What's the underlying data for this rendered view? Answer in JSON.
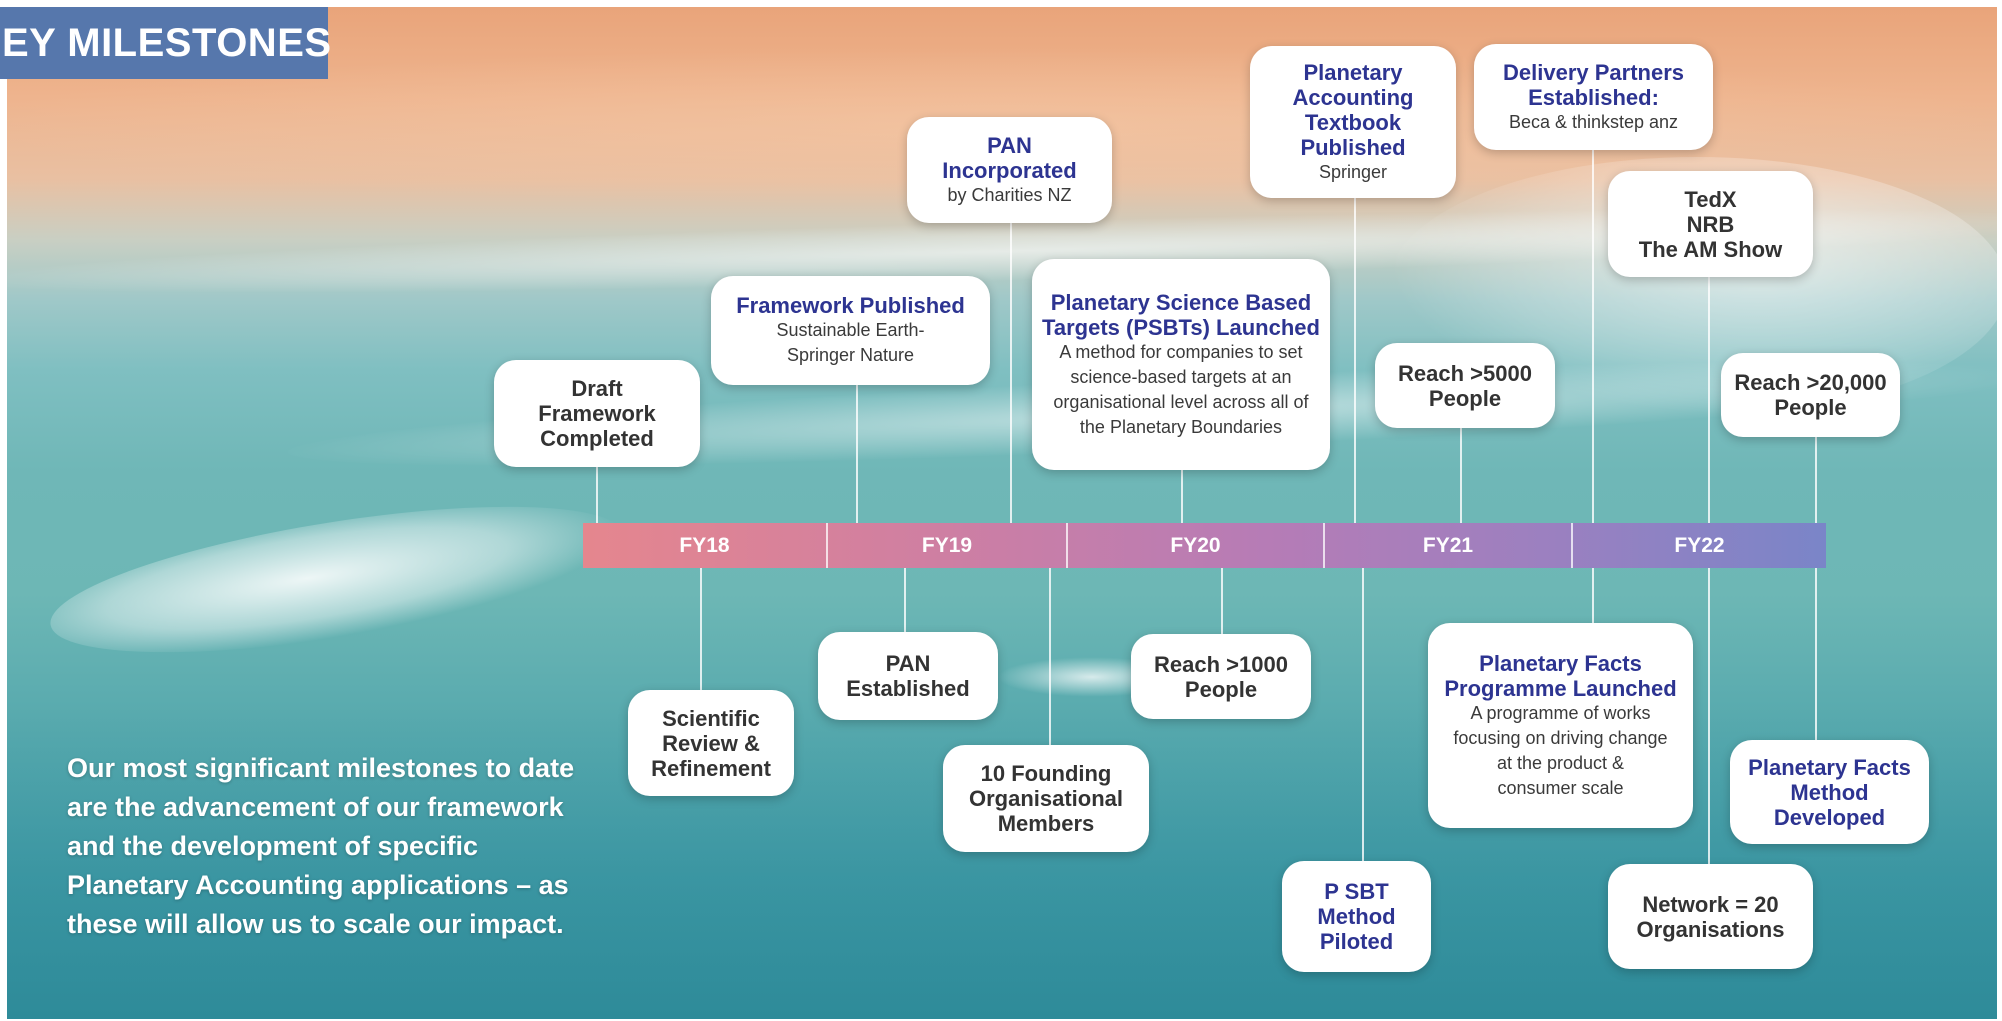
{
  "header": {
    "title": "EY MILESTONES"
  },
  "intro_text": "Our most significant milestones to date are the advancement of our framework and the development of specific Planetary Accounting applications – as these will allow us to scale our impact.",
  "timeline": {
    "periods": [
      "FY18",
      "FY19",
      "FY20",
      "FY21",
      "FY22"
    ]
  },
  "milestones": {
    "draft_framework": {
      "title": "Draft\nFramework\nCompleted"
    },
    "framework_published": {
      "title": "Framework Published",
      "desc": "Sustainable Earth-\nSpringer Nature"
    },
    "pan_incorporated": {
      "title": "PAN\nIncorporated",
      "desc": "by Charities NZ"
    },
    "psbts_launched": {
      "title": "Planetary Science Based\nTargets (PSBTs) Launched",
      "desc": "A method for companies to set\nscience-based targets at an\norganisational level across all of\nthe Planetary Boundaries"
    },
    "textbook_published": {
      "title": "Planetary\nAccounting\nTextbook\nPublished",
      "desc": "Springer"
    },
    "delivery_partners": {
      "title": "Delivery Partners\nEstablished:",
      "desc": "Beca & thinkstep anz"
    },
    "media": {
      "title": "TedX\nNRB\nThe AM Show"
    },
    "reach_5000": {
      "title": "Reach >5000\nPeople"
    },
    "reach_20000": {
      "title": "Reach >20,000\nPeople"
    },
    "scientific_review": {
      "title": "Scientific\nReview &\nRefinement"
    },
    "pan_established": {
      "title": "PAN\nEstablished"
    },
    "founding_members": {
      "title": "10 Founding\nOrganisational\nMembers"
    },
    "reach_1000": {
      "title": "Reach >1000\nPeople"
    },
    "psbt_piloted": {
      "title": "P SBT\nMethod\nPiloted"
    },
    "facts_programme": {
      "title": "Planetary Facts\nProgramme Launched",
      "desc": "A programme of works\nfocusing on driving change\nat the product &\nconsumer scale"
    },
    "facts_method": {
      "title": "Planetary Facts\nMethod\nDeveloped"
    },
    "network_20": {
      "title": "Network = 20\nOrganisations"
    }
  },
  "colors": {
    "banner": "#5677ac",
    "accent_text": "#2d3491",
    "timeline_start": "#e5868e",
    "timeline_end": "#7a85c8"
  }
}
